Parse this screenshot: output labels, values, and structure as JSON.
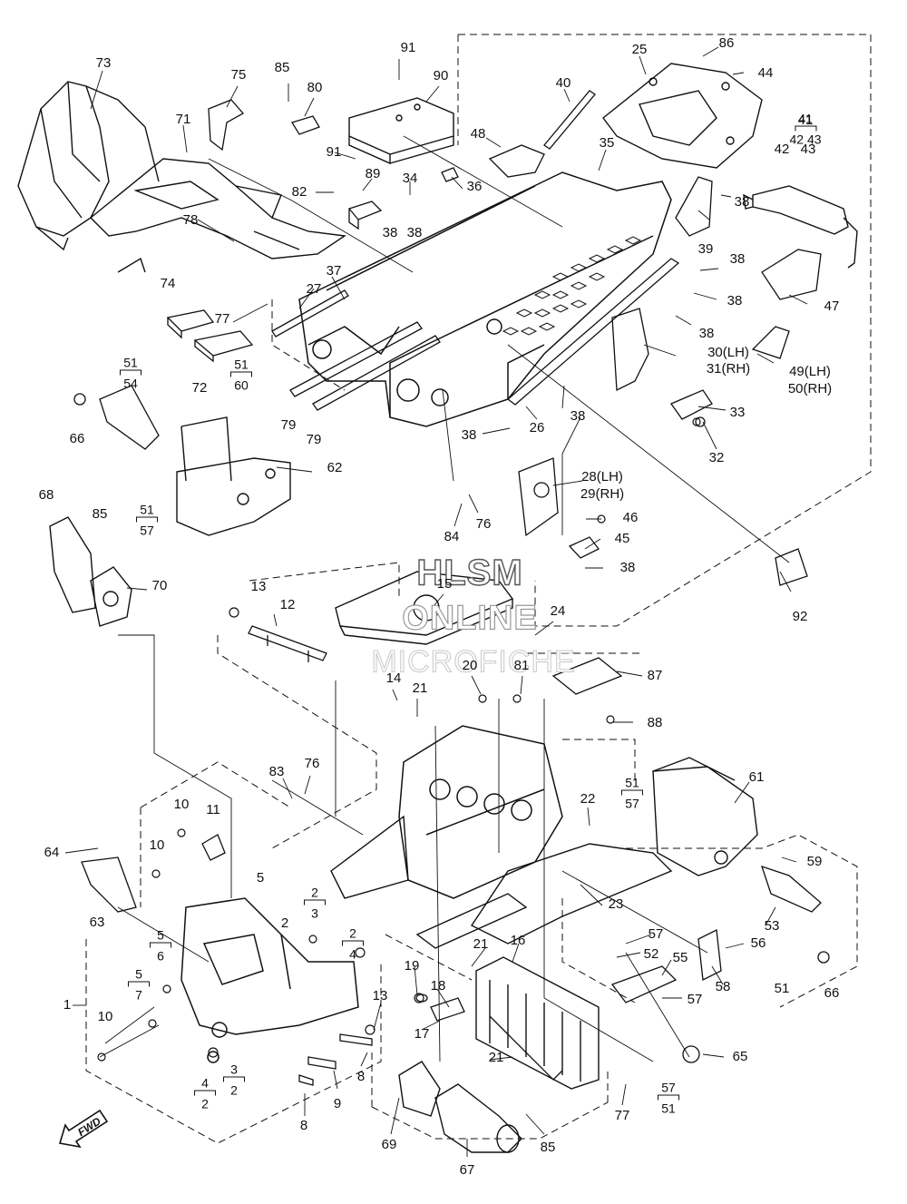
{
  "watermark": {
    "line1": "HLSM",
    "line2": "ONLINE",
    "line3": "MICROFICHE"
  },
  "fwd_label": "FWD",
  "callouts": [
    {
      "id": "73",
      "text": "73"
    },
    {
      "id": "75",
      "text": "75"
    },
    {
      "id": "85a",
      "text": "85"
    },
    {
      "id": "80",
      "text": "80"
    },
    {
      "id": "91a",
      "text": "91"
    },
    {
      "id": "90",
      "text": "90"
    },
    {
      "id": "25",
      "text": "25"
    },
    {
      "id": "86",
      "text": "86"
    },
    {
      "id": "44",
      "text": "44"
    },
    {
      "id": "40",
      "text": "40"
    },
    {
      "id": "71",
      "text": "71"
    },
    {
      "id": "91b",
      "text": "91"
    },
    {
      "id": "89",
      "text": "89"
    },
    {
      "id": "48",
      "text": "48"
    },
    {
      "id": "35",
      "text": "35"
    },
    {
      "id": "41",
      "text": "41"
    },
    {
      "id": "42",
      "text": "42"
    },
    {
      "id": "43",
      "text": "43"
    },
    {
      "id": "82",
      "text": "82"
    },
    {
      "id": "34",
      "text": "34"
    },
    {
      "id": "36",
      "text": "36"
    },
    {
      "id": "38a",
      "text": "38"
    },
    {
      "id": "38b",
      "text": "38"
    },
    {
      "id": "38c",
      "text": "38"
    },
    {
      "id": "39",
      "text": "39"
    },
    {
      "id": "78",
      "text": "78"
    },
    {
      "id": "38d",
      "text": "38"
    },
    {
      "id": "74",
      "text": "74"
    },
    {
      "id": "37",
      "text": "37"
    },
    {
      "id": "27",
      "text": "27"
    },
    {
      "id": "38e",
      "text": "38"
    },
    {
      "id": "47",
      "text": "47"
    },
    {
      "id": "77a",
      "text": "77"
    },
    {
      "id": "38f",
      "text": "38"
    },
    {
      "id": "3031",
      "text": "30(LH)"
    },
    {
      "id": "3031b",
      "text": "31(RH)"
    },
    {
      "id": "72",
      "text": "72"
    },
    {
      "id": "4950",
      "text": "49(LH)"
    },
    {
      "id": "4950b",
      "text": "50(RH)"
    },
    {
      "id": "66a",
      "text": "66"
    },
    {
      "id": "79a",
      "text": "79"
    },
    {
      "id": "79b",
      "text": "79"
    },
    {
      "id": "38g",
      "text": "38"
    },
    {
      "id": "26",
      "text": "26"
    },
    {
      "id": "33",
      "text": "33"
    },
    {
      "id": "38h",
      "text": "38"
    },
    {
      "id": "32",
      "text": "32"
    },
    {
      "id": "62",
      "text": "62"
    },
    {
      "id": "2829",
      "text": "28(LH)"
    },
    {
      "id": "2829b",
      "text": "29(RH)"
    },
    {
      "id": "68",
      "text": "68"
    },
    {
      "id": "85b",
      "text": "85"
    },
    {
      "id": "46",
      "text": "46"
    },
    {
      "id": "84",
      "text": "84"
    },
    {
      "id": "76a",
      "text": "76"
    },
    {
      "id": "45",
      "text": "45"
    },
    {
      "id": "70",
      "text": "70"
    },
    {
      "id": "38i",
      "text": "38"
    },
    {
      "id": "13a",
      "text": "13"
    },
    {
      "id": "15",
      "text": "15"
    },
    {
      "id": "12",
      "text": "12"
    },
    {
      "id": "24",
      "text": "24"
    },
    {
      "id": "92",
      "text": "92"
    },
    {
      "id": "20",
      "text": "20"
    },
    {
      "id": "81",
      "text": "81"
    },
    {
      "id": "87",
      "text": "87"
    },
    {
      "id": "14",
      "text": "14"
    },
    {
      "id": "21a",
      "text": "21"
    },
    {
      "id": "88",
      "text": "88"
    },
    {
      "id": "83",
      "text": "83"
    },
    {
      "id": "76b",
      "text": "76"
    },
    {
      "id": "61",
      "text": "61"
    },
    {
      "id": "10a",
      "text": "10"
    },
    {
      "id": "11",
      "text": "11"
    },
    {
      "id": "22",
      "text": "22"
    },
    {
      "id": "64",
      "text": "64"
    },
    {
      "id": "10b",
      "text": "10"
    },
    {
      "id": "59",
      "text": "59"
    },
    {
      "id": "63",
      "text": "63"
    },
    {
      "id": "5a",
      "text": "5"
    },
    {
      "id": "23",
      "text": "23"
    },
    {
      "id": "53",
      "text": "53"
    },
    {
      "id": "2a",
      "text": "2"
    },
    {
      "id": "57a",
      "text": "57"
    },
    {
      "id": "56",
      "text": "56"
    },
    {
      "id": "1",
      "text": "1"
    },
    {
      "id": "21b",
      "text": "21"
    },
    {
      "id": "16",
      "text": "16"
    },
    {
      "id": "52",
      "text": "52"
    },
    {
      "id": "55",
      "text": "55"
    },
    {
      "id": "19",
      "text": "19"
    },
    {
      "id": "58",
      "text": "58"
    },
    {
      "id": "51a",
      "text": "51"
    },
    {
      "id": "66b",
      "text": "66"
    },
    {
      "id": "10c",
      "text": "10"
    },
    {
      "id": "18",
      "text": "18"
    },
    {
      "id": "13b",
      "text": "13"
    },
    {
      "id": "57b",
      "text": "57"
    },
    {
      "id": "17",
      "text": "17"
    },
    {
      "id": "65",
      "text": "65"
    },
    {
      "id": "21c",
      "text": "21"
    },
    {
      "id": "8a",
      "text": "8"
    },
    {
      "id": "9",
      "text": "9"
    },
    {
      "id": "77b",
      "text": "77"
    },
    {
      "id": "8b",
      "text": "8"
    },
    {
      "id": "69",
      "text": "69"
    },
    {
      "id": "85c",
      "text": "85"
    },
    {
      "id": "67",
      "text": "67"
    }
  ],
  "brackets": [
    {
      "id": "b5154",
      "top": "51",
      "bottom": "54"
    },
    {
      "id": "b5160",
      "top": "51",
      "bottom": "60"
    },
    {
      "id": "b5157a",
      "top": "51",
      "bottom": "57"
    },
    {
      "id": "b5157b",
      "top": "51",
      "bottom": "57"
    },
    {
      "id": "b4143",
      "top": "41",
      "bottom": "42  43"
    },
    {
      "id": "b23",
      "top": "2",
      "bottom": "3"
    },
    {
      "id": "b24",
      "top": "2",
      "bottom": "4"
    },
    {
      "id": "b56",
      "top": "5",
      "bottom": "6"
    },
    {
      "id": "b57",
      "top": "5",
      "bottom": "7"
    },
    {
      "id": "b32",
      "top": "3",
      "bottom": "2"
    },
    {
      "id": "b42",
      "top": "4",
      "bottom": "2"
    },
    {
      "id": "b5751",
      "top": "57",
      "bottom": "51"
    }
  ]
}
